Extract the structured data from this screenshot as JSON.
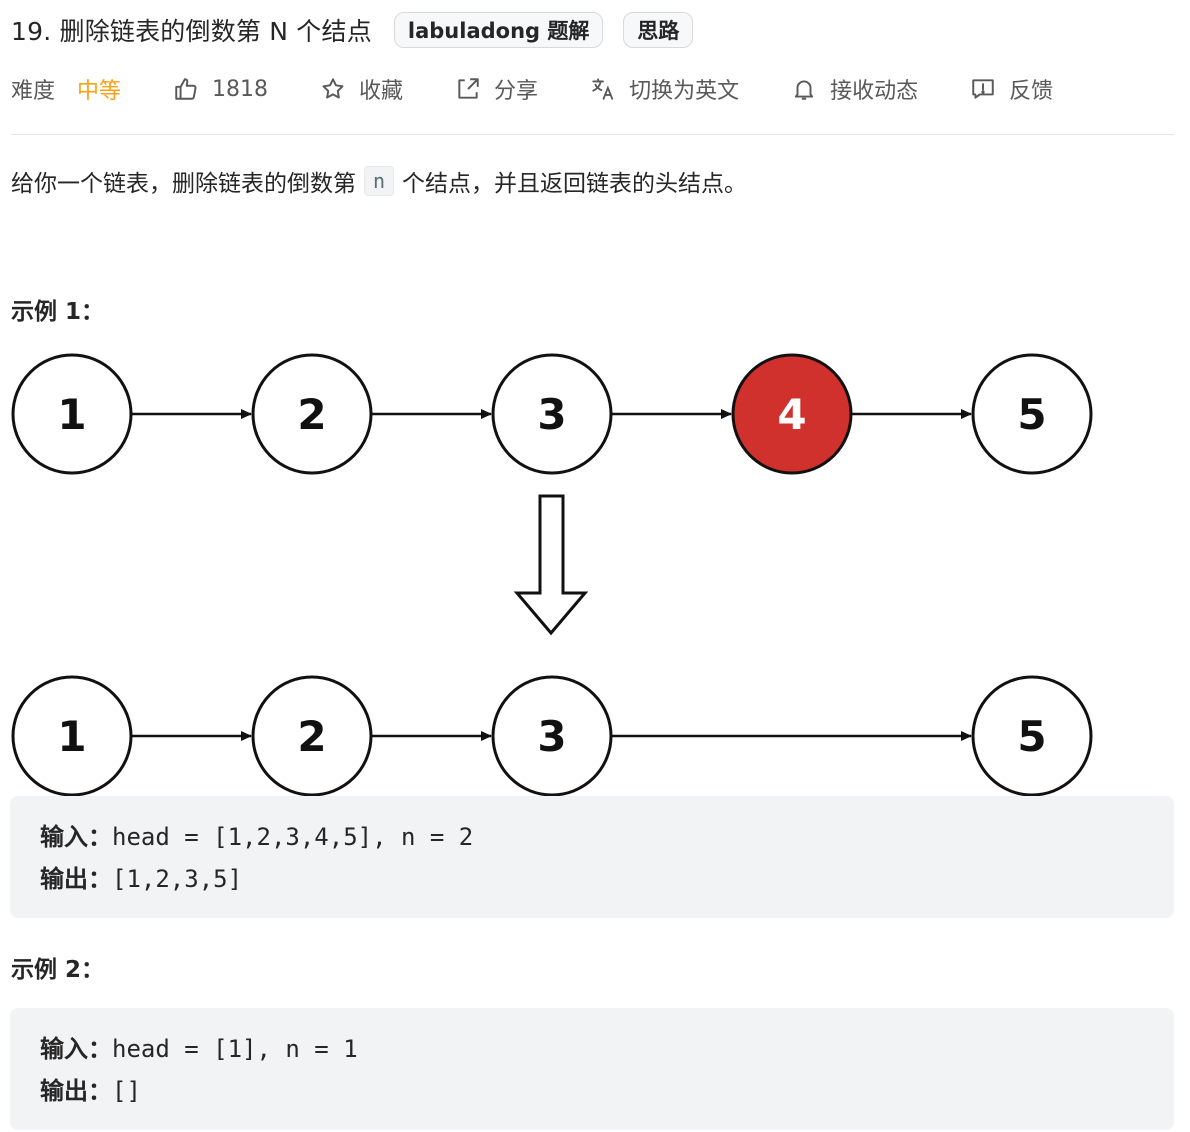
{
  "problem": {
    "title": "19. 删除链表的倒数第 N 个结点",
    "tags": [
      "labuladong 题解",
      "思路"
    ]
  },
  "meta": {
    "difficulty_label": "难度",
    "difficulty_value": "中等",
    "likes": "1818",
    "favorite": "收藏",
    "share": "分享",
    "translate": "切换为英文",
    "subscribe": "接收动态",
    "feedback": "反馈"
  },
  "description": {
    "before": "给你一个链表，删除链表的倒数第",
    "code": "n",
    "after": "个结点，并且返回链表的头结点。"
  },
  "examples": [
    {
      "title": "示例 1：",
      "input_label": "输入：",
      "input_value": "head = [1,2,3,4,5], n = 2",
      "output_label": "输出：",
      "output_value": "[1,2,3,5]"
    },
    {
      "title": "示例 2：",
      "input_label": "输入：",
      "input_value": "head = [1], n = 1",
      "output_label": "输出：",
      "output_value": "[]"
    }
  ],
  "diagram": {
    "before_nodes": [
      "1",
      "2",
      "3",
      "4",
      "5"
    ],
    "after_nodes": [
      "1",
      "2",
      "3",
      "5"
    ],
    "removed_node": "4",
    "removed_color": "#d0312d"
  },
  "icons": {
    "like": "thumbs-up-icon",
    "favorite": "star-icon",
    "share": "share-icon",
    "translate": "translate-icon",
    "subscribe": "bell-icon",
    "feedback": "feedback-icon"
  },
  "colors": {
    "accent_medium": "#ffa116",
    "text": "#262626",
    "muted": "#595959"
  }
}
